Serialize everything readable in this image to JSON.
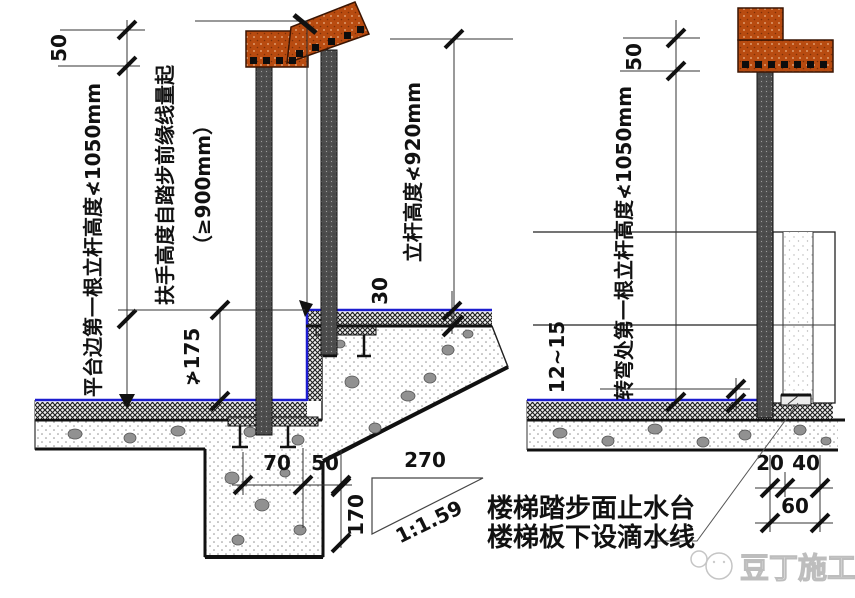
{
  "left": {
    "dim_top_50": "50",
    "label_platform_post": "平台边第一根立杆高度≮1050mm",
    "label_rail_l1": "扶手高度自踏步前缘线量起",
    "label_rail_l2": "（≥900mm）",
    "label_post_height": "立杆高度≮920mm",
    "dim_riser": "≯175",
    "dim_finish": "30",
    "dim_70": "70",
    "dim_50": "50",
    "dim_170": "170",
    "dim_270": "270",
    "slope_ratio": "1:1.59"
  },
  "right": {
    "dim_top_50": "50",
    "label_corner_post": "转弯处第一根立杆高度≮1050mm",
    "dim_gap": "12~15",
    "dim_20": "20",
    "dim_40": "40",
    "dim_60": "60"
  },
  "note": {
    "line1": "楼梯踏步面止水台",
    "line2": "楼梯板下设滴水线"
  },
  "watermark": {
    "text": "豆丁施工"
  },
  "colors": {
    "handrail": "#b84b10",
    "handrail_border": "#3a1503",
    "post": "#4d4d4d",
    "finish_surface_line": "#1c1ccf",
    "ink": "#111111",
    "watermark": "#c0c0c0"
  }
}
